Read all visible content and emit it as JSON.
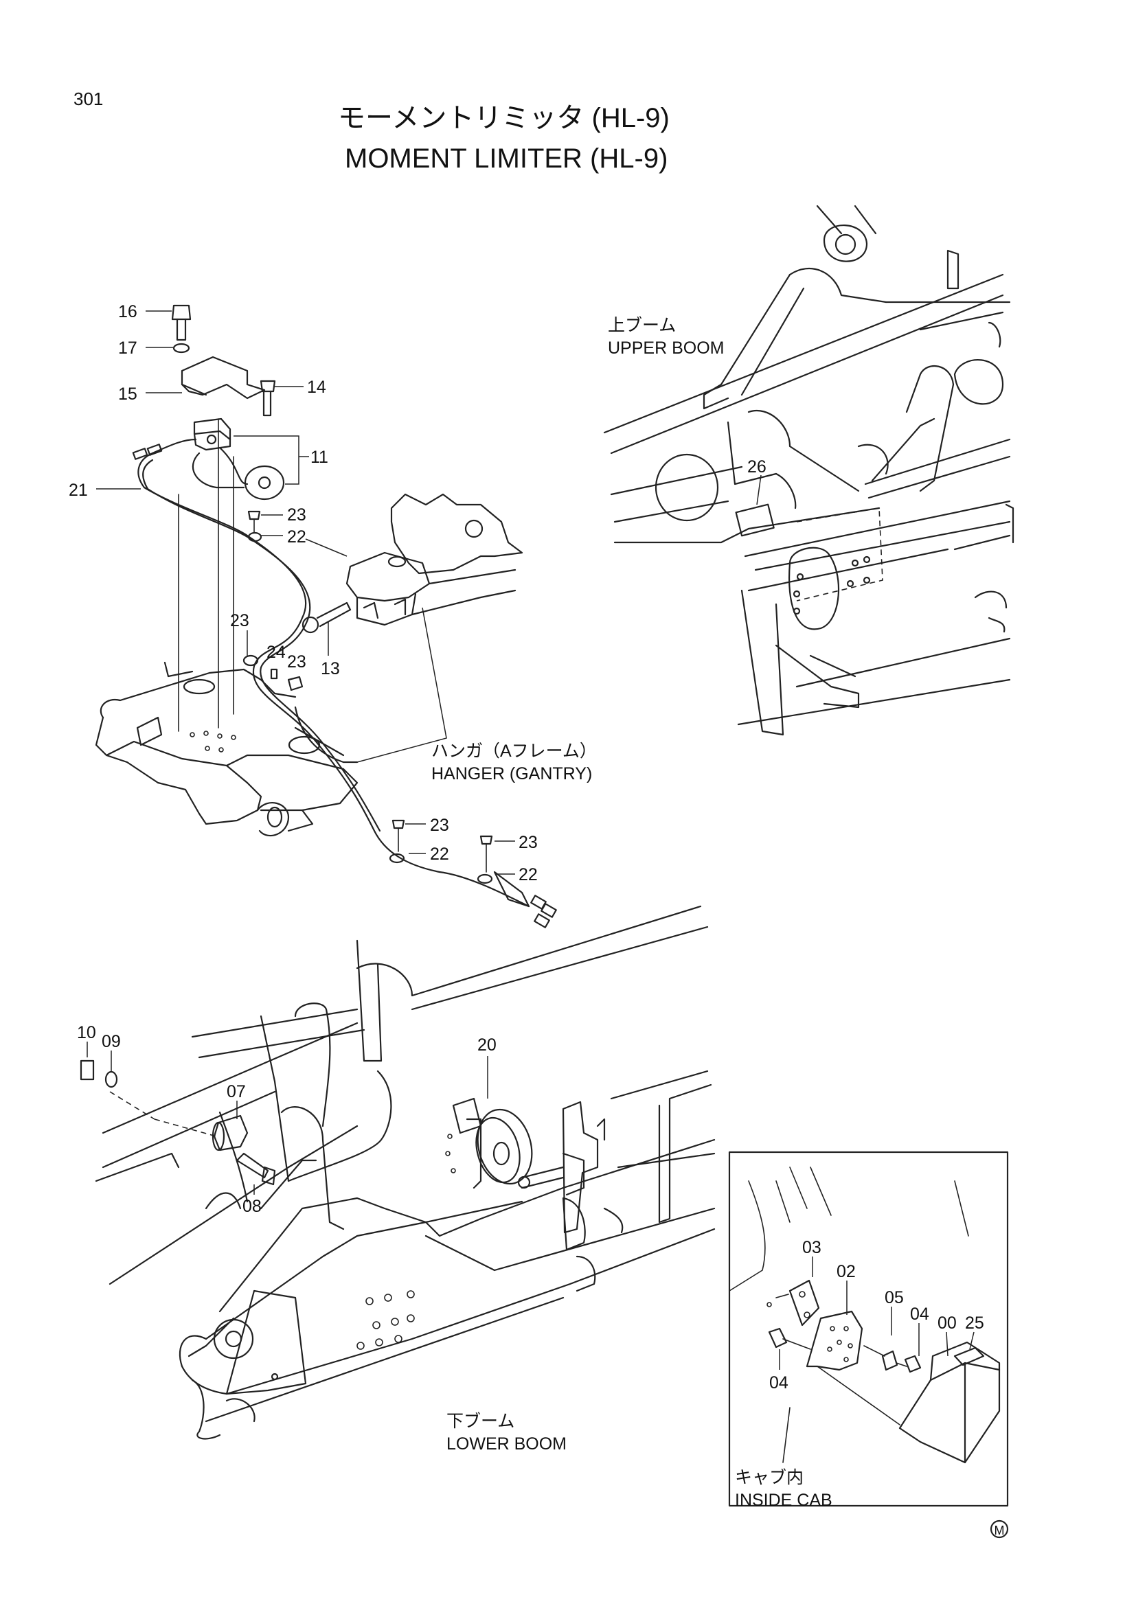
{
  "page": {
    "number": "301",
    "title_jp": "モーメントリミッタ (HL-9)",
    "title_en": "MOMENT LIMITER (HL-9)",
    "mark": "M"
  },
  "captions": {
    "upper_boom_jp": "上ブーム",
    "upper_boom_en": "UPPER BOOM",
    "hanger_jp": "ハンガ（Aフレーム）",
    "hanger_en": "HANGER (GANTRY)",
    "lower_boom_jp": "下ブーム",
    "lower_boom_en": "LOWER BOOM",
    "inside_cab_jp": "キャブ内",
    "inside_cab_en": "INSIDE CAB"
  },
  "callouts": {
    "p16": "16",
    "p17": "17",
    "p15": "15",
    "p14": "14",
    "p11": "11",
    "p21": "21",
    "p23a": "23",
    "p22a": "22",
    "p23b": "23",
    "p24": "24",
    "p23c": "23",
    "p13": "13",
    "p23d": "23",
    "p22b": "22",
    "p23e": "23",
    "p22c": "22",
    "p26": "26",
    "p10": "10",
    "p09": "09",
    "p07": "07",
    "p08": "08",
    "p20": "20",
    "p03": "03",
    "p02": "02",
    "p05": "05",
    "p04a": "04",
    "p00": "00",
    "p25": "25",
    "p04b": "04"
  },
  "icons": {
    "marks": [
      "bolt-icon",
      "washer-icon",
      "nut-icon",
      "bracket-icon",
      "sensor-icon",
      "cable-icon",
      "reel-icon",
      "display-unit-icon",
      "decal-icon"
    ]
  }
}
